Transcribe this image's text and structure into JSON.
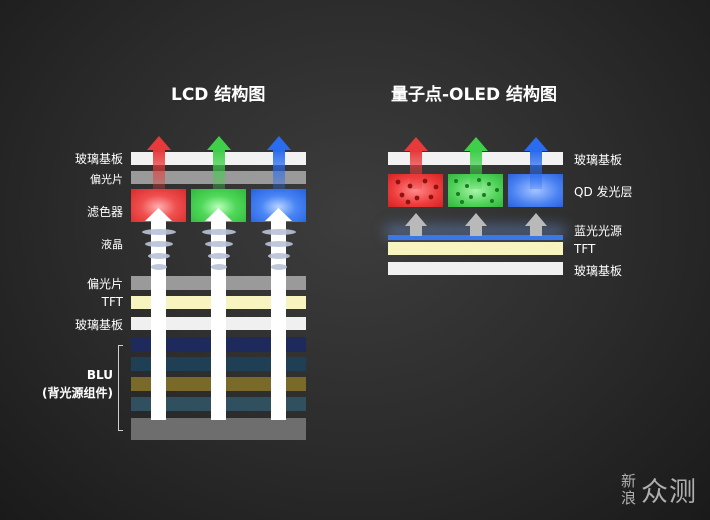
{
  "lcd": {
    "title": "LCD 结构图",
    "labels": {
      "glass_top": "玻璃基板",
      "polarizer_top": "偏光片",
      "color_filter": "滤色器",
      "liquid_crystal": "液晶",
      "polarizer_bottom": "偏光片",
      "tft": "TFT",
      "glass_bottom": "玻璃基板",
      "blu": "BLU",
      "blu_sub": "(背光源组件)"
    }
  },
  "qd_oled": {
    "title": "量子点-OLED 结构图",
    "labels": {
      "glass_top": "玻璃基板",
      "qd_layer": "QD 发光层",
      "blue_light": "蓝光光源",
      "tft": "TFT",
      "glass_bottom": "玻璃基板"
    }
  },
  "colors": {
    "red": "#e83a3a",
    "green": "#3fcf4a",
    "blue": "#2a6cf0",
    "white_layer": "#f2f2f2",
    "gray_layer": "#9a9a9a",
    "tft_yellow": "#f8f4c0"
  },
  "watermark": {
    "top_char": "新",
    "bottom_char": "浪",
    "text": "众测"
  }
}
